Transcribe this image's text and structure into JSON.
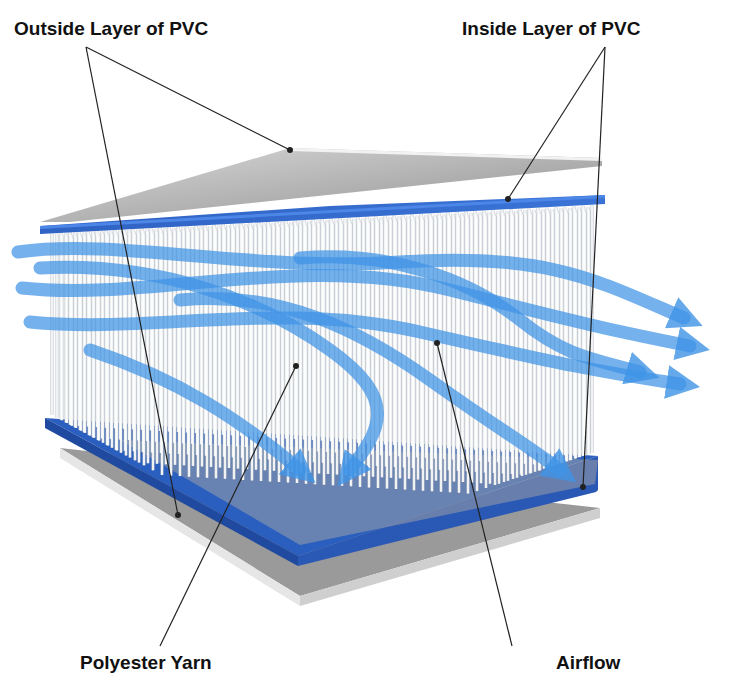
{
  "diagram": {
    "labels": [
      "Outside Layer of PVC",
      "Inside Layer of PVC",
      "Polyester Yarn",
      "Airflow"
    ]
  }
}
